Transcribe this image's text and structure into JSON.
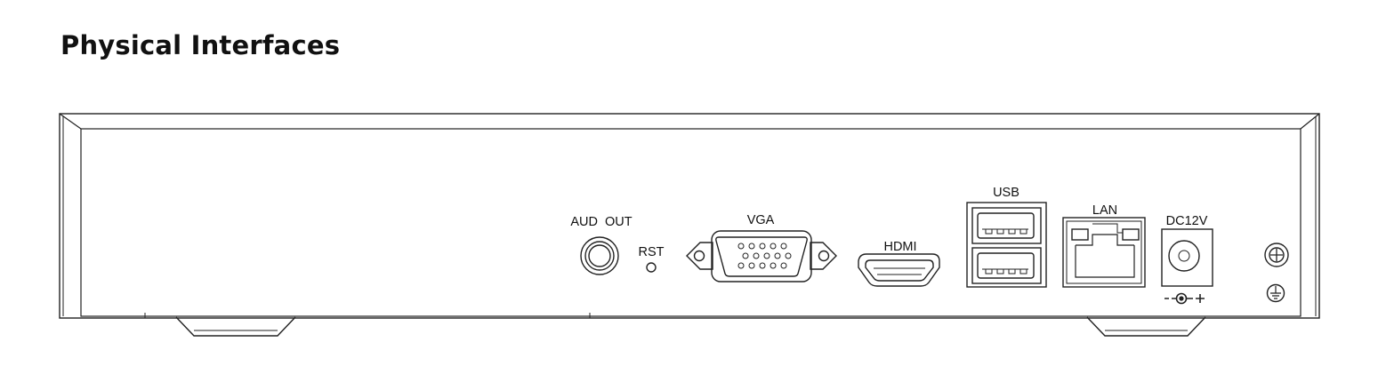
{
  "title": "Physical Interfaces",
  "ports": {
    "aud_out": "AUD  OUT",
    "rst": "RST",
    "vga": "VGA",
    "hdmi": "HDMI",
    "usb": "USB",
    "lan": "LAN",
    "dc": "DC12V",
    "dc_polarity": "-- -+"
  }
}
